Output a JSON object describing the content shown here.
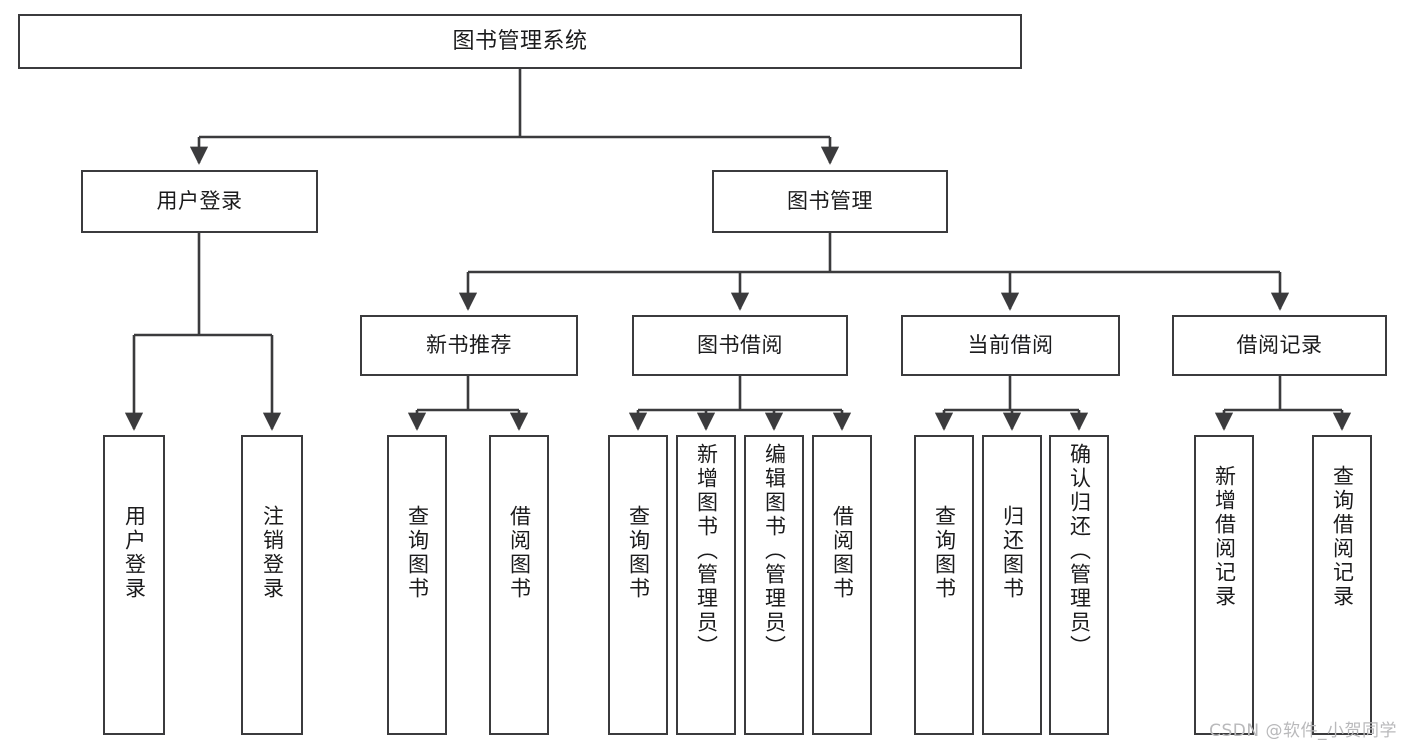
{
  "diagram": {
    "type": "tree",
    "title": "图书管理系统",
    "orientation": "top-down",
    "colors": {
      "background": "#ffffff",
      "node_fill": "#ffffff",
      "node_border": "#3b3b3d",
      "edge": "#3b3b3d",
      "text": "#1b1b1c",
      "watermark": "#b9b9bb"
    }
  },
  "watermark": "CSDN @软件_小贺同学",
  "nodes": {
    "root": {
      "label": "图书管理系统",
      "level": 0
    },
    "level1": [
      {
        "id": "user-login",
        "label": "用户登录"
      },
      {
        "id": "book-manage",
        "label": "图书管理"
      }
    ],
    "level2": [
      {
        "id": "new-book-rec",
        "label": "新书推荐",
        "parent": "book-manage"
      },
      {
        "id": "book-borrow",
        "label": "图书借阅",
        "parent": "book-manage"
      },
      {
        "id": "current-borrow",
        "label": "当前借阅",
        "parent": "book-manage"
      },
      {
        "id": "borrow-record",
        "label": "借阅记录",
        "parent": "book-manage"
      }
    ],
    "leaves": [
      {
        "id": "leaf-user-login",
        "label": "用户登录",
        "parent": "user-login"
      },
      {
        "id": "leaf-logout-login",
        "label": "注销登录",
        "parent": "user-login"
      },
      {
        "id": "leaf-query-book-1",
        "label": "查询图书",
        "parent": "new-book-rec"
      },
      {
        "id": "leaf-borrow-book-1",
        "label": "借阅图书",
        "parent": "new-book-rec"
      },
      {
        "id": "leaf-query-book-2",
        "label": "查询图书",
        "parent": "book-borrow"
      },
      {
        "id": "leaf-add-book",
        "label": "新增图书（管理员）",
        "parent": "book-borrow"
      },
      {
        "id": "leaf-edit-book",
        "label": "编辑图书（管理员）",
        "parent": "book-borrow"
      },
      {
        "id": "leaf-borrow-book-2",
        "label": "借阅图书",
        "parent": "book-borrow"
      },
      {
        "id": "leaf-query-book-3",
        "label": "查询图书",
        "parent": "current-borrow"
      },
      {
        "id": "leaf-return-book",
        "label": "归还图书",
        "parent": "current-borrow"
      },
      {
        "id": "leaf-confirm-return",
        "label": "确认归还（管理员）",
        "parent": "current-borrow"
      },
      {
        "id": "leaf-add-record",
        "label": "新增借阅记录",
        "parent": "borrow-record"
      },
      {
        "id": "leaf-query-record",
        "label": "查询借阅记录",
        "parent": "borrow-record"
      }
    ]
  }
}
